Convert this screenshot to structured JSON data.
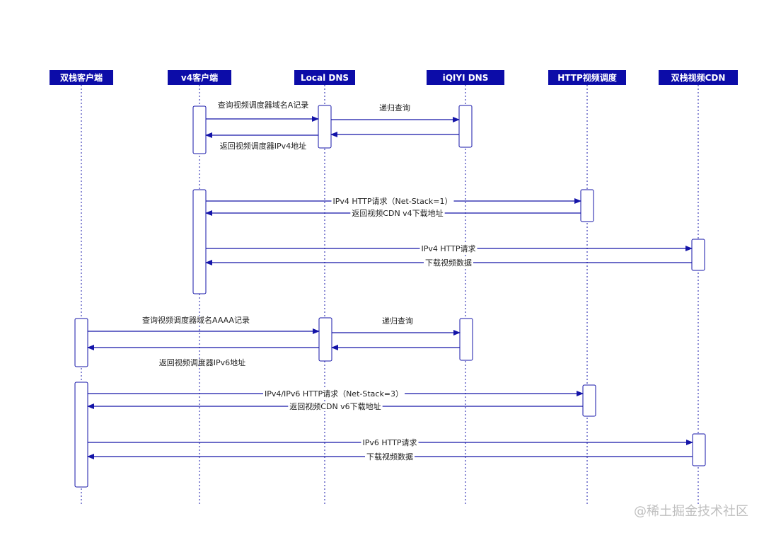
{
  "colors": {
    "accent": "#1414a8",
    "header_bg": "#0c0ca8",
    "header_text": "#ffffff",
    "label_text": "#222222",
    "watermark": "#bfbfbf"
  },
  "participants": [
    {
      "id": "dual",
      "label": "双栈客户端"
    },
    {
      "id": "v4",
      "label": "v4客户端"
    },
    {
      "id": "ldns",
      "label": "Local DNS"
    },
    {
      "id": "qdns",
      "label": "iQIYI DNS"
    },
    {
      "id": "sched",
      "label": "HTTP视频调度"
    },
    {
      "id": "cdn",
      "label": "双栈视频CDN"
    }
  ],
  "messages": [
    {
      "from": "v4",
      "to": "ldns",
      "label": "查询视频调度器域名A记录"
    },
    {
      "from": "ldns",
      "to": "qdns",
      "label": "递归查询"
    },
    {
      "from": "qdns",
      "to": "ldns",
      "label": ""
    },
    {
      "from": "ldns",
      "to": "v4",
      "label": "返回视频调度器IPv4地址"
    },
    {
      "from": "v4",
      "to": "sched",
      "label": "IPv4 HTTP请求（Net-Stack=1）"
    },
    {
      "from": "sched",
      "to": "v4",
      "label": "返回视频CDN v4下载地址"
    },
    {
      "from": "v4",
      "to": "cdn",
      "label": "IPv4 HTTP请求"
    },
    {
      "from": "cdn",
      "to": "v4",
      "label": "下载视频数据"
    },
    {
      "from": "dual",
      "to": "ldns",
      "label": "查询视频调度器域名AAAA记录"
    },
    {
      "from": "ldns",
      "to": "qdns",
      "label": "递归查询"
    },
    {
      "from": "qdns",
      "to": "ldns",
      "label": ""
    },
    {
      "from": "ldns",
      "to": "dual",
      "label": "返回视频调度器IPv6地址"
    },
    {
      "from": "dual",
      "to": "sched",
      "label": "IPv4/IPv6 HTTP请求（Net-Stack=3）"
    },
    {
      "from": "sched",
      "to": "dual",
      "label": "返回视频CDN v6下载地址"
    },
    {
      "from": "dual",
      "to": "cdn",
      "label": "IPv6 HTTP请求"
    },
    {
      "from": "cdn",
      "to": "dual",
      "label": "下载视频数据"
    }
  ],
  "watermark": "@稀土掘金技术社区"
}
